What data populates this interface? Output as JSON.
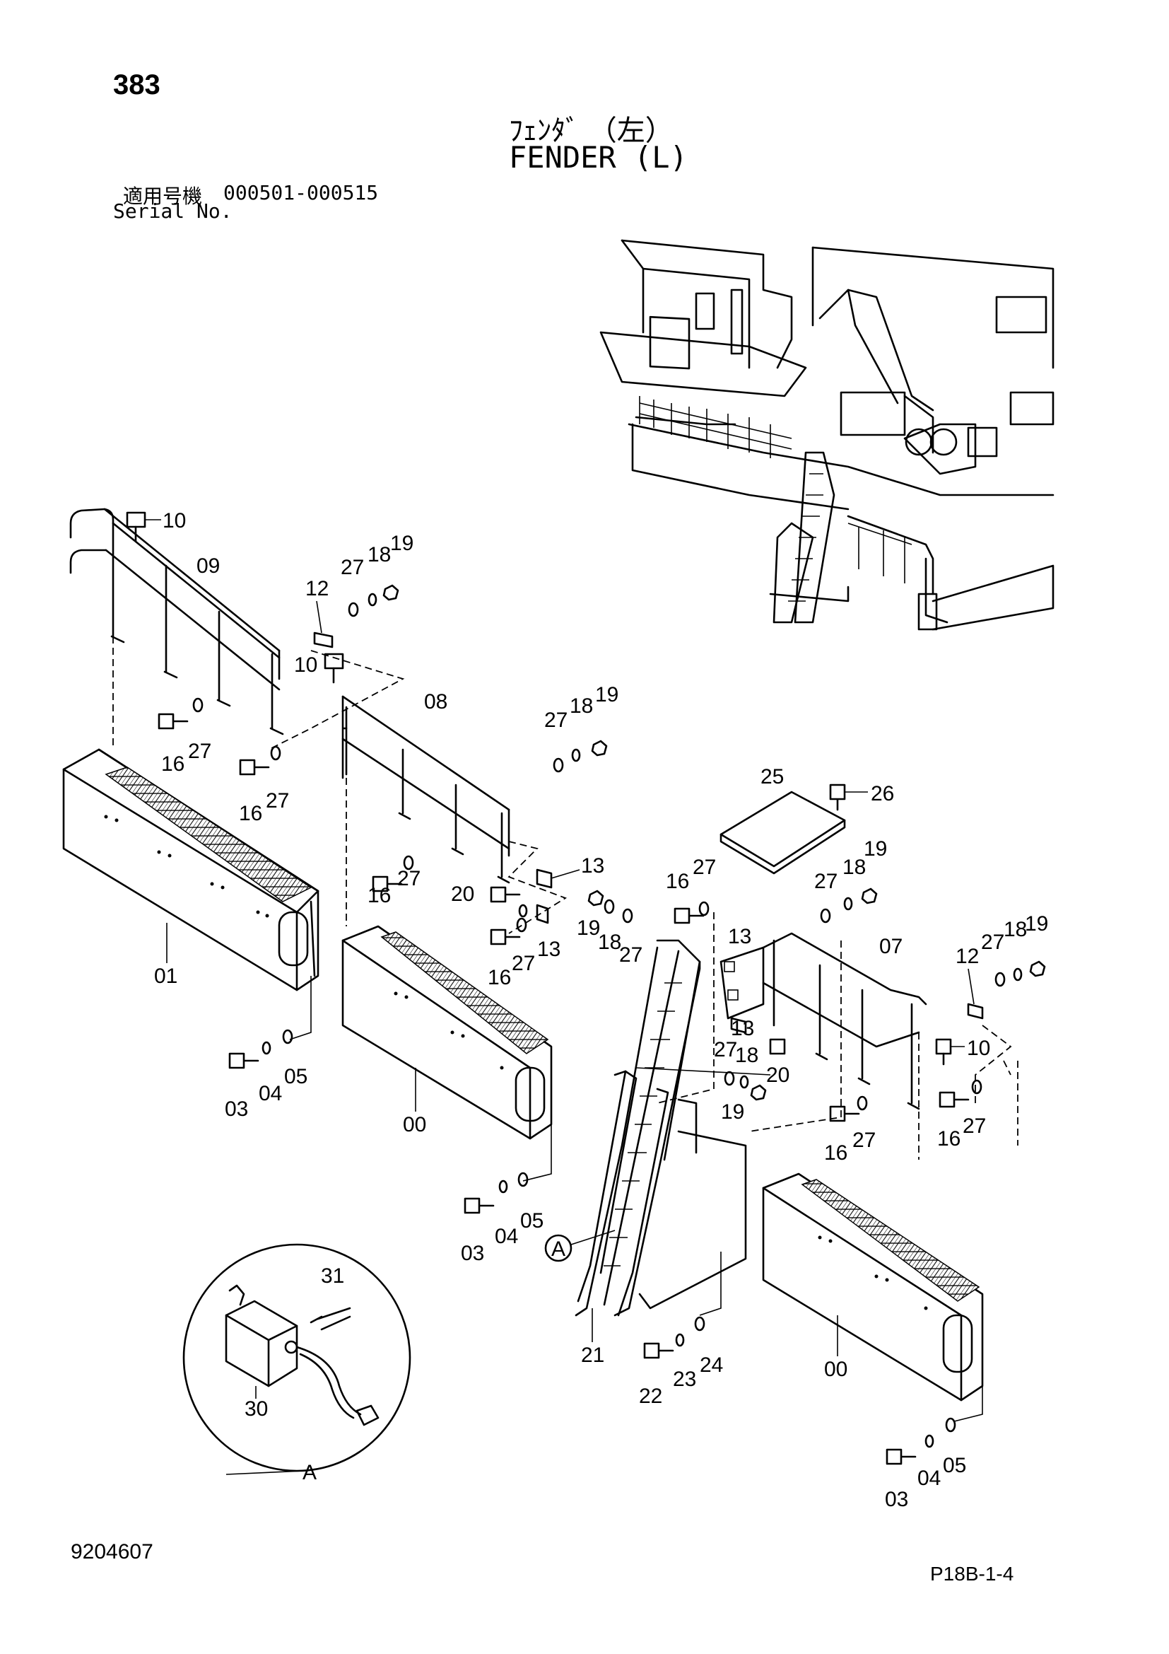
{
  "header": {
    "page_number": "383",
    "title_jp": "ﾌｪﾝﾀﾞ （左）",
    "title_en": "FENDER (L)",
    "serial_label_jp": "適用号機",
    "serial_range": "000501-000515",
    "serial_label_en": "Serial No."
  },
  "footer": {
    "drawing_number": "9204607",
    "page_code": "P18B-1-4"
  },
  "detail_callout": "A",
  "part_labels": {
    "p00": "00",
    "p01": "01",
    "p03": "03",
    "p04": "04",
    "p05": "05",
    "p07": "07",
    "p08": "08",
    "p09": "09",
    "p10": "10",
    "p12": "12",
    "p13": "13",
    "p16": "16",
    "p18": "18",
    "p19": "19",
    "p20": "20",
    "p21": "21",
    "p22": "22",
    "p23": "23",
    "p24": "24",
    "p25": "25",
    "p26": "26",
    "p27": "27",
    "p30": "30",
    "p31": "31"
  }
}
